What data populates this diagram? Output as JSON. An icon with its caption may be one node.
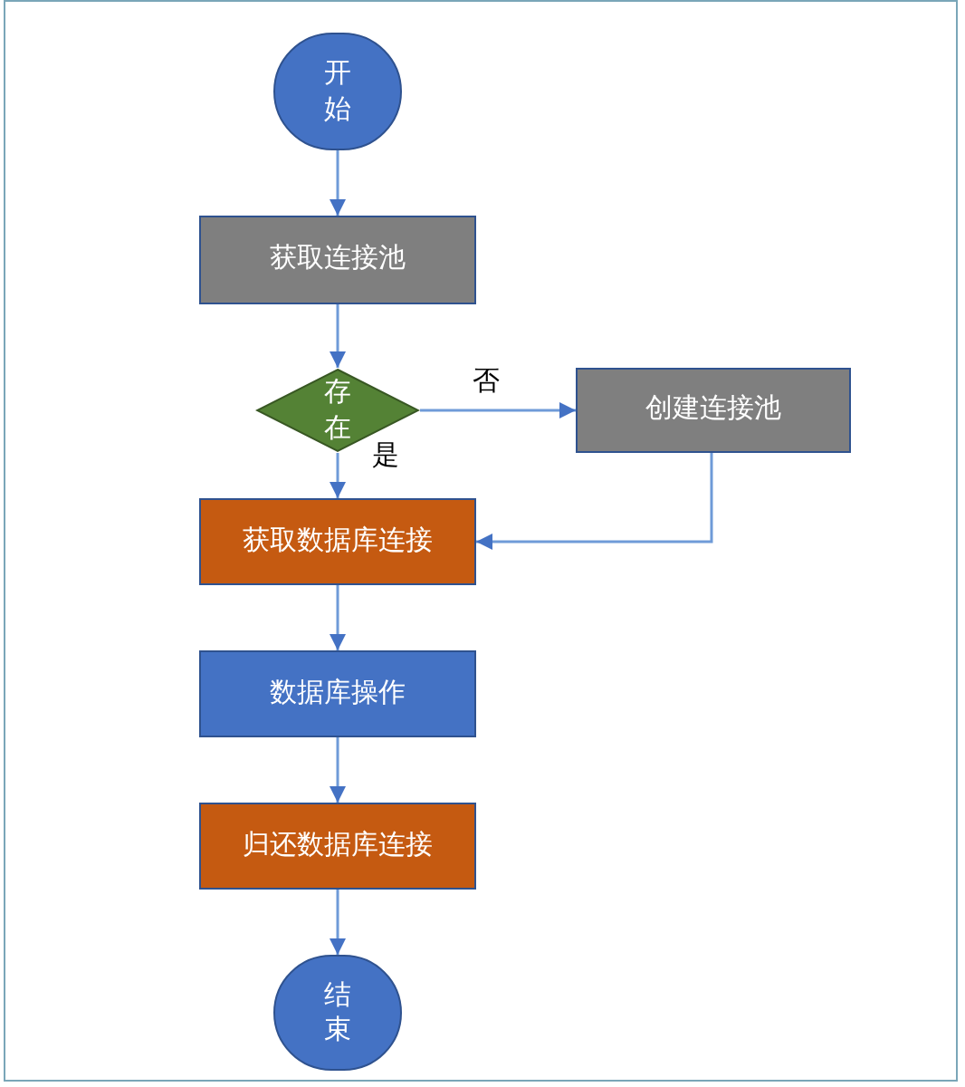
{
  "diagram": {
    "nodes": [
      {
        "text": [
          "开始"
        ]
      },
      {
        "text": [
          "获取连接池"
        ]
      },
      {
        "text": [
          "存在"
        ]
      },
      {
        "text": [
          "创建连接池"
        ]
      },
      {
        "text": [
          "获取数据库连接"
        ]
      },
      {
        "text": [
          "数据库操作"
        ]
      },
      {
        "text": [
          "归还数据库连接"
        ]
      },
      {
        "text": [
          "结束"
        ]
      }
    ],
    "edges": [
      {
        "from": 0,
        "to": 1,
        "arrow": "to"
      },
      {
        "from": 1,
        "to": 2,
        "arrow": "to"
      },
      {
        "from": 2,
        "to": 3,
        "arrow": "to",
        "label": "否"
      },
      {
        "from": 2,
        "to": 4,
        "arrow": "to",
        "label": "是"
      },
      {
        "from": 3,
        "to": 4,
        "arrow": "to"
      },
      {
        "from": 4,
        "to": 5,
        "arrow": "to"
      },
      {
        "from": 5,
        "to": 6,
        "arrow": "to"
      },
      {
        "from": 6,
        "to": 7,
        "arrow": "to"
      }
    ]
  }
}
